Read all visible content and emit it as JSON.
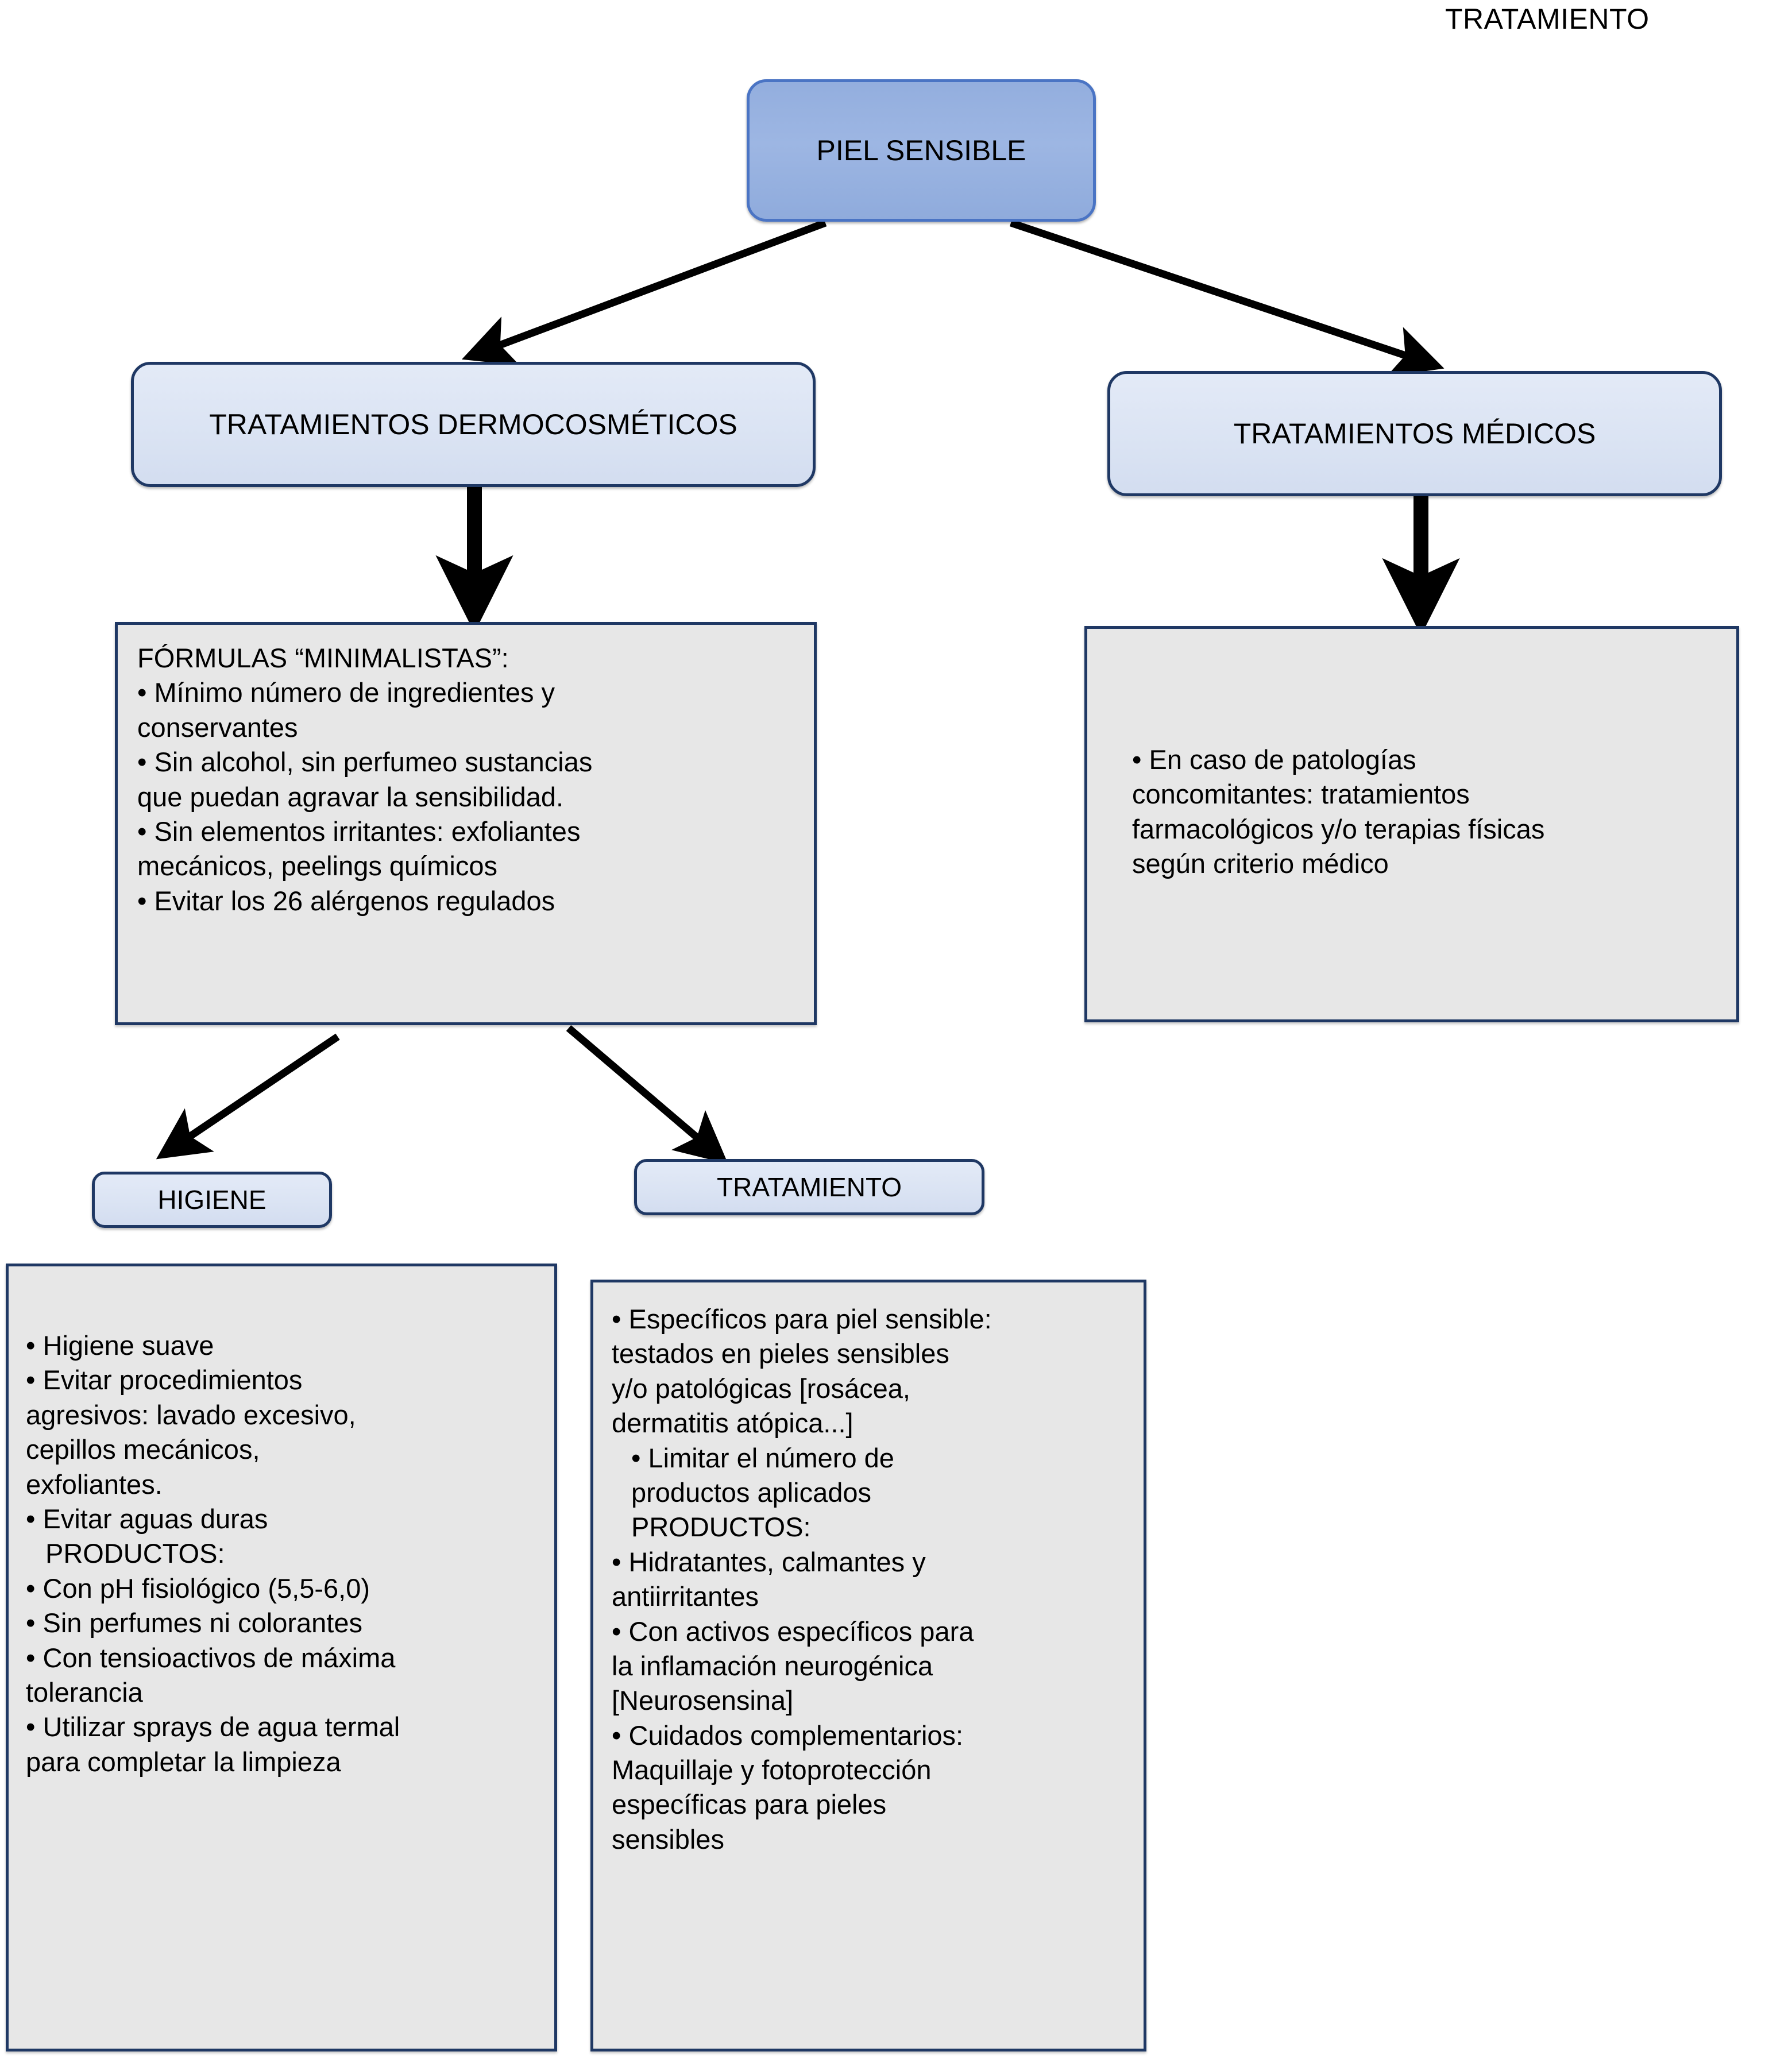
{
  "header": {
    "title": "TRATAMIENTO"
  },
  "nodes": {
    "root": {
      "label": "PIEL SENSIBLE"
    },
    "dermo": {
      "label": "TRATAMIENTOS DERMOCOSMÉTICOS"
    },
    "medicos": {
      "label": "TRATAMIENTOS MÉDICOS"
    },
    "higiene": {
      "label": "HIGIENE"
    },
    "tratamiento": {
      "label": "TRATAMIENTO"
    }
  },
  "boxes": {
    "formulas": {
      "title": "FÓRMULAS “MINIMALISTAS”:",
      "items": [
        "•  Mínimo número de ingredientes y",
        "conservantes",
        "•  Sin alcohol, sin perfumeo sustancias",
        "que puedan agravar la sensibilidad.",
        "•  Sin elementos irritantes: exfoliantes",
        "mecánicos, peelings químicos",
        "•  Evitar los 26 alérgenos regulados"
      ]
    },
    "medicos_box": {
      "items": [
        "•      En caso de patologías",
        "concomitantes: tratamientos",
        "farmacológicos y/o terapias físicas",
        "según criterio médico"
      ]
    },
    "higiene_box": {
      "items": [
        "•  Higiene suave",
        "•  Evitar procedimientos",
        "agresivos: lavado excesivo,",
        "cepillos mecánicos,",
        "exfoliantes.",
        "•  Evitar aguas duras",
        "PRODUCTOS:",
        "•  Con pH fisiológico (5,5-6,0)",
        "•  Sin perfumes ni colorantes",
        "•  Con tensioactivos de máxima",
        "tolerancia",
        "•  Utilizar sprays de agua termal",
        "para completar la limpieza"
      ]
    },
    "tratamiento_box": {
      "items": [
        "•  Específicos para piel sensible:",
        "testados en pieles sensibles",
        "y/o patológicas [rosácea,",
        "dermatitis atópica...]",
        "• Limitar el número de",
        "productos aplicados",
        "PRODUCTOS:",
        "• Hidratantes, calmantes y",
        "antiirritantes",
        "• Con activos específicos para",
        "la inflamación neurogénica",
        "[Neurosensina]",
        "• Cuidados complementarios:",
        "Maquillaje y fotoprotección",
        "específicas para pieles",
        "sensibles"
      ]
    }
  },
  "colors": {
    "node_top_fill": "#9db6e3",
    "node_top_border": "#4a74c4",
    "node_light_fill": "#dae3f3",
    "node_border": "#1f3864",
    "content_fill": "#e7e7e7",
    "arrow": "#000000",
    "text": "#000000"
  }
}
